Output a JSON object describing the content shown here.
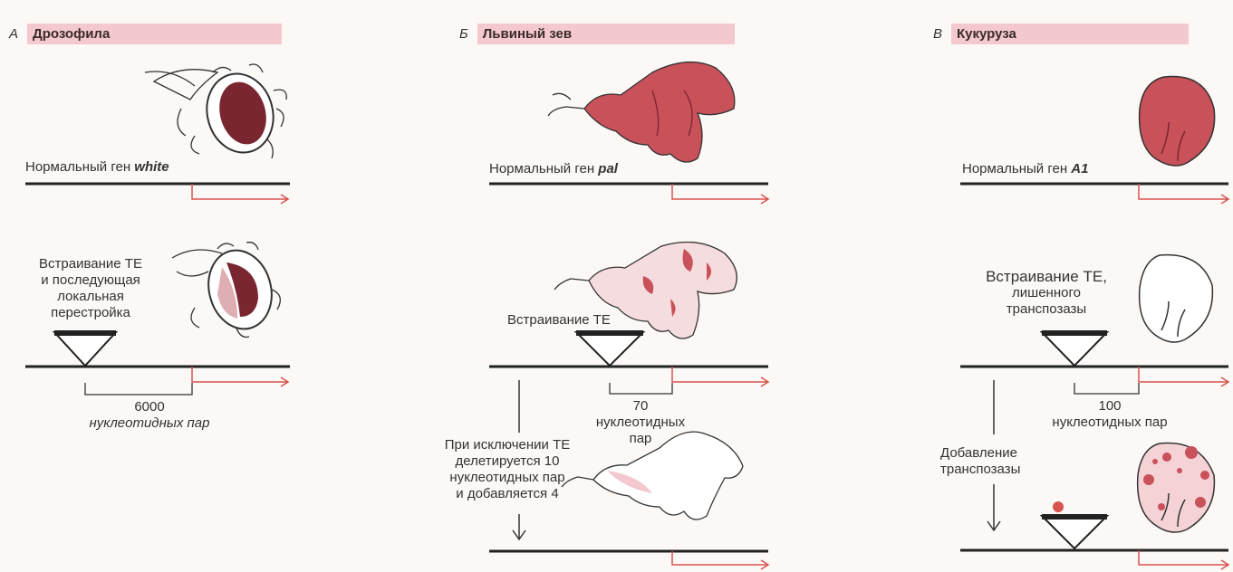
{
  "panels": {
    "a": {
      "letter": "А",
      "title": "Дрозофила",
      "normal_gene_prefix": "Нормальный ген",
      "normal_gene_name": "white",
      "insertion_text": [
        "Встраивание ТЕ",
        "и последующая",
        "локальная",
        "перестройка"
      ],
      "distance_value": "6000",
      "distance_unit": "нуклеотидных пар"
    },
    "b": {
      "letter": "Б",
      "title": "Львиный зев",
      "normal_gene_prefix": "Нормальный ген",
      "normal_gene_name": "pal",
      "insertion_text": "Встраивание ТЕ",
      "distance_value": "70",
      "distance_unit": [
        "нуклеотидных",
        "пар"
      ],
      "excision_text": [
        "При исключении ТЕ",
        "делетируется 10",
        "нуклеотидных пар",
        "и добавляется 4"
      ]
    },
    "c": {
      "letter": "В",
      "title": "Кукуруза",
      "normal_gene_prefix": "Нормальный ген",
      "normal_gene_name": "A1",
      "insertion_text": [
        "Встраивание ТЕ,",
        "лишенного",
        "транспозазы"
      ],
      "distance_value": "100",
      "distance_unit": "нуклеотидных пар",
      "addition_text": [
        "Добавление",
        "транспозазы"
      ]
    }
  },
  "colors": {
    "pigment": "#c8515a",
    "pigment_dark": "#7a2630",
    "arrow": "#d9534f",
    "line": "#222222",
    "header_bg": "#f3c9cf"
  }
}
